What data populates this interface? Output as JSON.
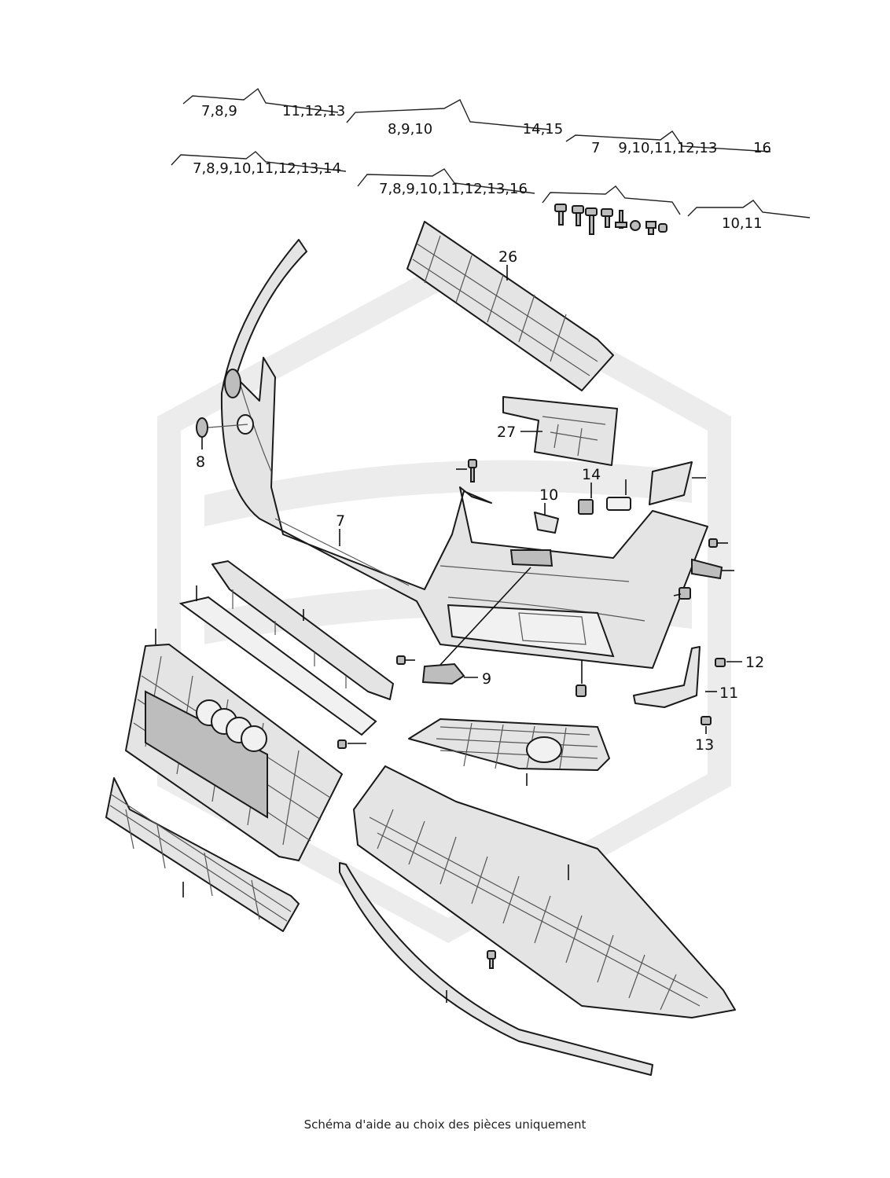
{
  "group_labels": [
    {
      "id": "g1",
      "text": "7,8,9          11,12,13"
    },
    {
      "id": "g2",
      "text": "8,9,10                    14,15"
    },
    {
      "id": "g3",
      "text": "7    9,10,11,12,13        16"
    },
    {
      "id": "g4",
      "text": "7,8,9,10,11,12,13,14"
    },
    {
      "id": "g5",
      "text": "7,8,9,10,11,12,13,16"
    },
    {
      "id": "g6",
      "text": "10,11"
    }
  ],
  "part_labels": {
    "p26": "26",
    "p27": "27",
    "p8": "8",
    "p14": "14",
    "p10": "10",
    "p7": "7",
    "p9": "9",
    "p12": "12",
    "p11": "11",
    "p13": "13"
  },
  "caption": "Schéma d'aide au choix des pièces uniquement"
}
